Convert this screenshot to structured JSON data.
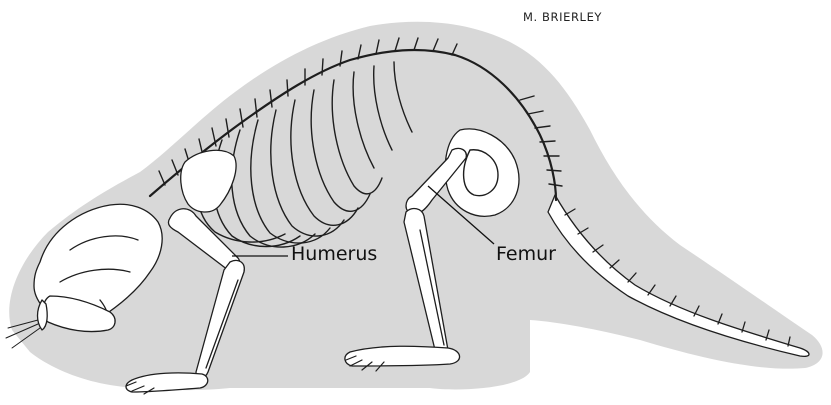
{
  "credit": "M. BRIERLEY",
  "labels": {
    "humerus": "Humerus",
    "femur": "Femur"
  },
  "colors": {
    "silhouette": "#d8d8d8",
    "bone_fill": "#ffffff",
    "bone_stroke": "#1e1e1e",
    "text": "#111111"
  }
}
